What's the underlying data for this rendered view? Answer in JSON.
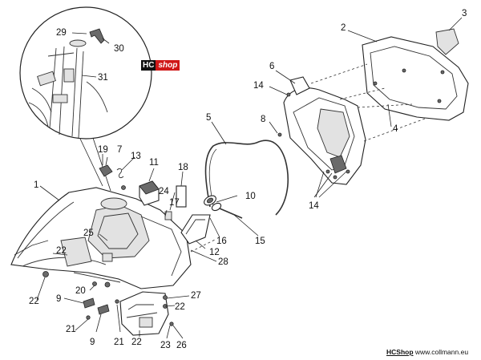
{
  "diagram": {
    "callouts": [
      "1",
      "2",
      "3",
      "4",
      "5",
      "6",
      "7",
      "8",
      "9",
      "9",
      "10",
      "11",
      "12",
      "13",
      "14",
      "14",
      "15",
      "16",
      "17",
      "18",
      "19",
      "20",
      "21",
      "21",
      "22",
      "22",
      "22",
      "22",
      "23",
      "24",
      "25",
      "26",
      "27",
      "28",
      "29",
      "30",
      "31"
    ]
  },
  "logo": {
    "part1": "HC",
    "part2": "shop"
  },
  "footer": {
    "brand": "HCShop",
    "url": "www.collmann.eu"
  },
  "colors": {
    "logo_red": "#d01818",
    "logo_black": "#111111"
  }
}
